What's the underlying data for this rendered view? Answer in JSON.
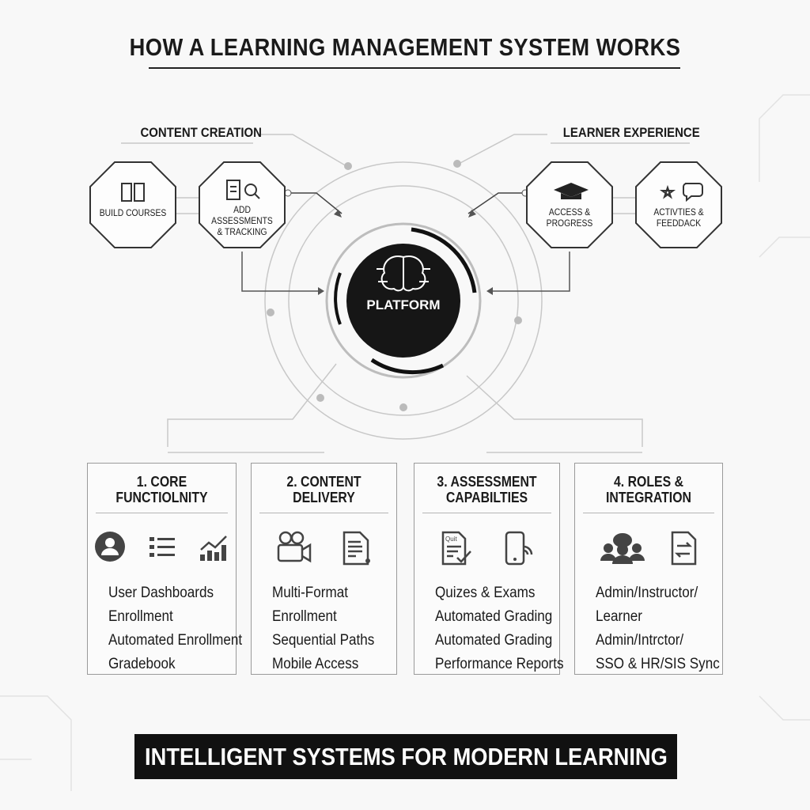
{
  "title": "HOW A LEARNING MANAGEMENT SYSTEM WORKS",
  "groups": {
    "content_creation": "CONTENT CREATION",
    "learner_experience": "LEARNER EXPERIENCE"
  },
  "nodes": [
    {
      "label1": "BUILD COURSES",
      "label2": "",
      "icon": "book-icon"
    },
    {
      "label1": "ADD ASSESSMENTS",
      "label2": "& TRACKING",
      "icon": "clipboard-search-icon"
    },
    {
      "label1": "ACCESS &",
      "label2": "PROGRESS",
      "icon": "graduation-cap-icon"
    },
    {
      "label1": "ACTIVTIES &",
      "label2": "FEEDDACK",
      "icon": "star-chat-icon"
    }
  ],
  "center": {
    "label": "PLATFORM",
    "icon": "brain-circuit-icon"
  },
  "cards": [
    {
      "title": "1. CORE FUNCTIOLNITY",
      "icons": [
        "user-icon",
        "list-icon",
        "chart-icon"
      ],
      "items": [
        "User Dashboards",
        "Enrollment",
        "Automated Enrollment",
        "Gradebook"
      ]
    },
    {
      "title": "2. CONTENT DELIVERY",
      "icons": [
        "video-camera-icon",
        "document-edit-icon"
      ],
      "items": [
        "Multi-Format",
        "Enrollment",
        "Sequential Paths",
        "Mobile Access"
      ]
    },
    {
      "title": "3. ASSESSMENT CAPABILTIES",
      "icons": [
        "quiz-icon",
        "mobile-wifi-icon"
      ],
      "items": [
        "Quizes & Exams",
        "Automated Grading",
        "Automated Grading",
        "Performance Reports"
      ]
    },
    {
      "title": "4. ROLES & INTEGRATION",
      "icons": [
        "users-group-icon",
        "file-sync-icon"
      ],
      "items": [
        "Admin/Instructor/",
        "Learner",
        "Admin/Intrctor/",
        "SSO & HR/SIS Sync"
      ]
    }
  ],
  "quiz_icon_text": "Quit",
  "banner": "INTELLIGENT SYSTEMS FOR MODERN LEARNING"
}
